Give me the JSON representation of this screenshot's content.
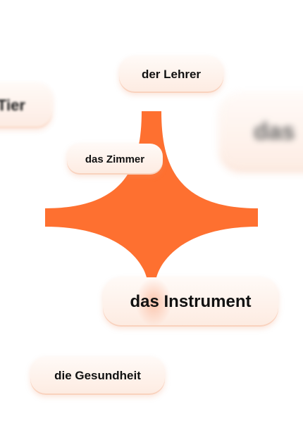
{
  "colors": {
    "star": "#fe7030",
    "pill_text": "#111111"
  },
  "decor": {
    "shape": "four-point-star"
  },
  "words": {
    "partial_left": "Tier",
    "partial_right": "das",
    "lehrer": "der Lehrer",
    "zimmer": "das Zimmer",
    "instrument": "das Instrument",
    "gesundheit": "die Gesundheit"
  }
}
